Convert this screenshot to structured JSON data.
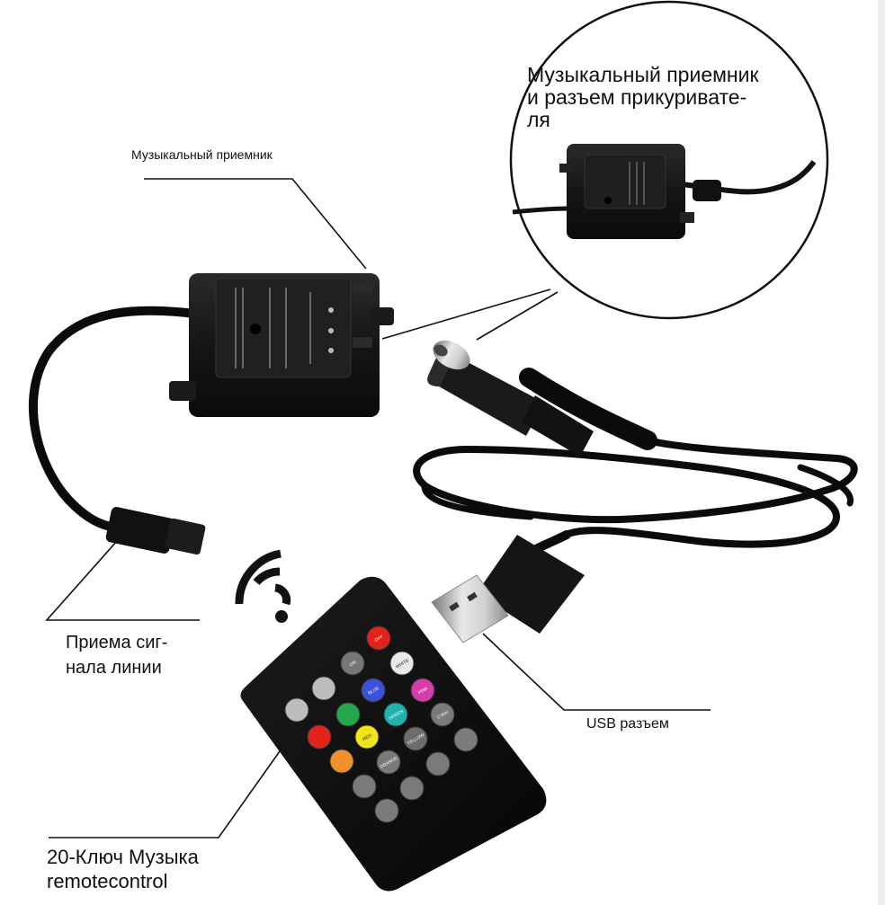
{
  "labels": {
    "music_receiver": "Музыкальный приемник",
    "circle_caption": "Музыкальный приемник\nи разъем прикуривате-\nля",
    "line_signal": "Приема сиг-\nнала линии",
    "usb": "USB разъем",
    "remote": "20-Ключ Музыка\nremotecontrol"
  },
  "remote_buttons": [
    "OFF",
    "ON",
    "WHITE",
    "",
    "",
    "BLUE",
    "PINK",
    "",
    "GREEN",
    "CYAN",
    "",
    "RED",
    "YELLOW",
    "",
    "",
    "ORANGE",
    "",
    "",
    "",
    "",
    "",
    ""
  ],
  "colors": {
    "device": "#1a1a1a",
    "cable": "#0d0d0d",
    "text": "#111111",
    "red_btn": "#e2231a",
    "green_btn": "#22a84a",
    "blue_btn": "#3d50d8",
    "pink_btn": "#d53da8",
    "cyan_btn": "#1fb3b0",
    "yellow_btn": "#f2e51b",
    "orange_btn": "#f0902a"
  }
}
